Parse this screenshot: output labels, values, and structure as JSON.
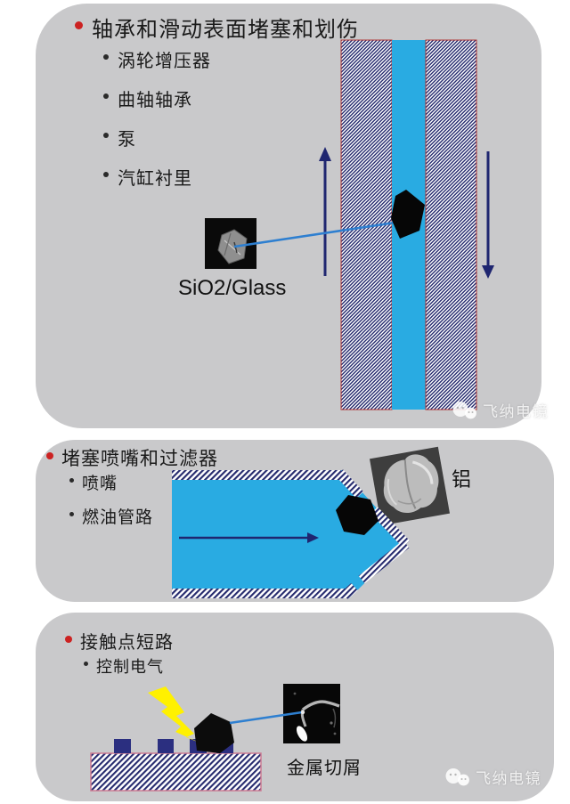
{
  "page": {
    "background": "#ffffff",
    "panel_color": "#c9c9cb"
  },
  "colors": {
    "fluid_blue": "#29abe2",
    "hatch_navy": "#252a6e",
    "hatch_block_border_red": "#b03535",
    "substrate_border_pink": "#cc7a92",
    "contact_navy": "#2b2f80",
    "arrow_navy": "#1f2670",
    "pointer_line_blue": "#2e7fd0",
    "lightning_yellow": "#fff100",
    "title_bullet_red": "#cc2222",
    "text_color": "#1a1a1a"
  },
  "sections": [
    {
      "title": "轴承和滑动表面堵塞和划伤",
      "bullets": [
        "涡轮增压器",
        "曲轴轴承",
        "泵",
        "汽缸衬里"
      ],
      "particle_label": "SiO2/Glass"
    },
    {
      "title": "堵塞喷嘴和过滤器",
      "bullets": [
        "喷嘴",
        "燃油管路"
      ],
      "particle_label": "铝"
    },
    {
      "title": "接触点短路",
      "bullets": [
        "控制电气"
      ],
      "particle_label": "金属切屑"
    }
  ],
  "watermark": {
    "text": "飞纳电镜"
  }
}
